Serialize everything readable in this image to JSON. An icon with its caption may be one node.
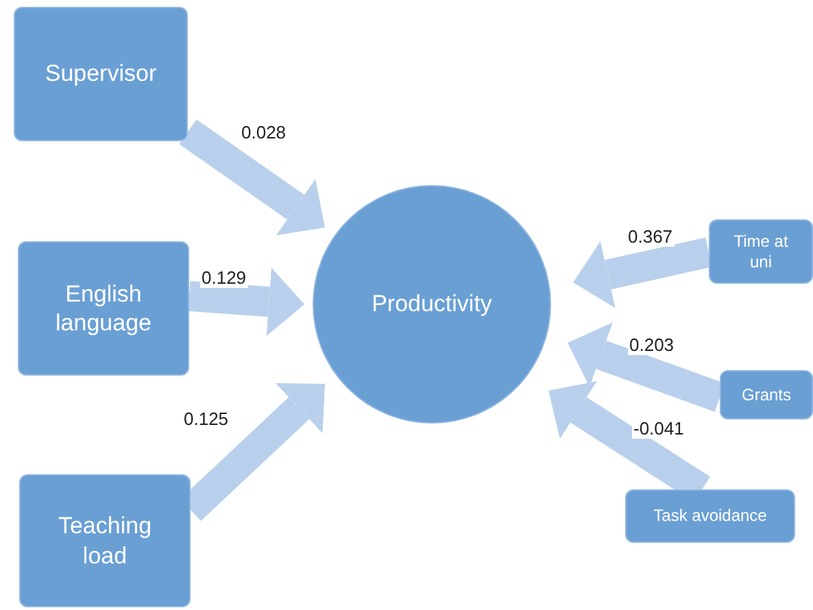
{
  "diagram": {
    "nodes": [
      {
        "text": [
          "Supervisor"
        ]
      },
      {
        "text": [
          "English language"
        ]
      },
      {
        "text": [
          "Teaching load"
        ]
      },
      {
        "text": [
          "Productivity"
        ]
      },
      {
        "text": [
          "Time at uni"
        ]
      },
      {
        "text": [
          "Grants"
        ]
      },
      {
        "text": [
          "Task avoidance"
        ]
      }
    ],
    "edges": [
      {
        "from": 0,
        "to": 3,
        "arrow": "to",
        "label": "0.028"
      },
      {
        "from": 1,
        "to": 3,
        "arrow": "to",
        "label": "0.129"
      },
      {
        "from": 2,
        "to": 3,
        "arrow": "to",
        "label": "0.125"
      },
      {
        "from": 4,
        "to": 3,
        "arrow": "to",
        "label": "0.367"
      },
      {
        "from": 5,
        "to": 3,
        "arrow": "to",
        "label": "0.203"
      },
      {
        "from": 6,
        "to": 3,
        "arrow": "to",
        "label": "-0.041"
      }
    ]
  }
}
